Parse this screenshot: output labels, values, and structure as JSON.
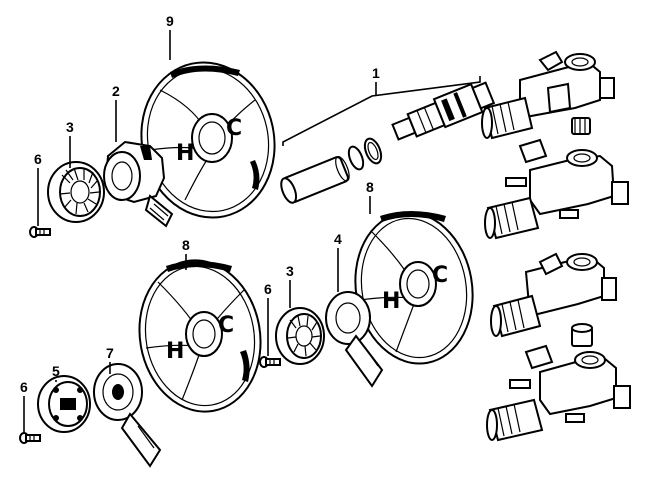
{
  "diagram": {
    "callouts": [
      {
        "id": "c9",
        "label": "9"
      },
      {
        "id": "c1",
        "label": "1"
      },
      {
        "id": "c2",
        "label": "2"
      },
      {
        "id": "c3a",
        "label": "3"
      },
      {
        "id": "c6a",
        "label": "6"
      },
      {
        "id": "c8a",
        "label": "8"
      },
      {
        "id": "c4",
        "label": "4"
      },
      {
        "id": "c8b",
        "label": "8"
      },
      {
        "id": "c3b",
        "label": "3"
      },
      {
        "id": "c6b",
        "label": "6"
      },
      {
        "id": "c7",
        "label": "7"
      },
      {
        "id": "c5",
        "label": "5"
      },
      {
        "id": "c6c",
        "label": "6"
      }
    ],
    "plate_letters": {
      "hot": "H",
      "cold": "C"
    }
  }
}
